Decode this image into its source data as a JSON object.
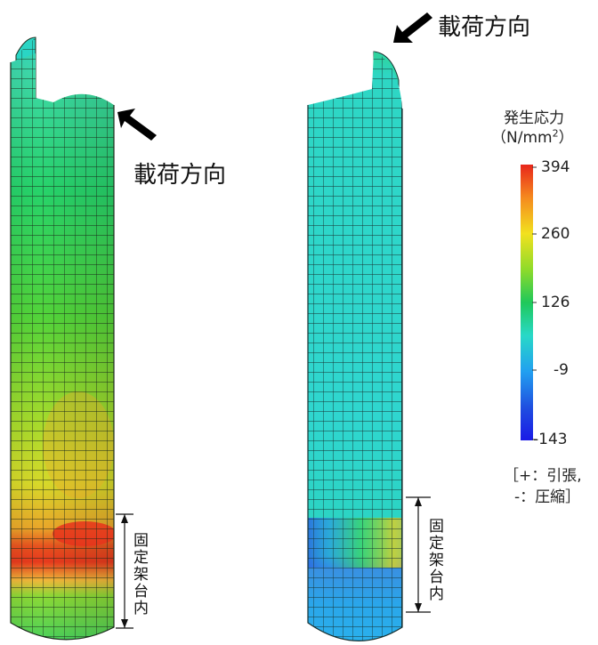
{
  "left_model": {
    "load_direction_label": "載荷方向",
    "fixed_zone_label": "固定架台内"
  },
  "right_model": {
    "load_direction_label": "載荷方向",
    "fixed_zone_label": "固定架台内"
  },
  "colorbar": {
    "title": "発生応力",
    "unit_prefix": "（N/mm",
    "unit_sup": "2",
    "unit_suffix": "）",
    "ticks": [
      "394",
      "260",
      "126",
      "-9",
      "-143"
    ],
    "note_line1": "［+：引張,",
    "note_line2": "-：圧縮］",
    "colors": [
      "#e8261b",
      "#f58a1f",
      "#f2e11f",
      "#8fdb2a",
      "#1fc85a",
      "#28d9c8",
      "#22a0f0",
      "#1f4fe0",
      "#1a1ae6"
    ]
  }
}
